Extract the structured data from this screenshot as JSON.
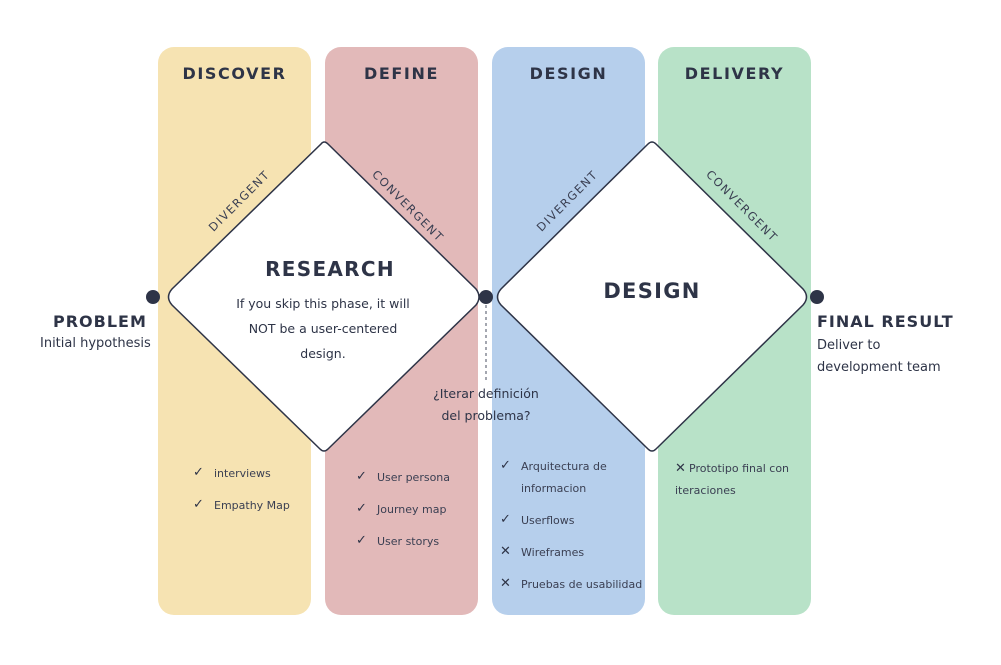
{
  "columns": [
    {
      "title": "DISCOVER",
      "color": "#f6e3b2"
    },
    {
      "title": "DEFINE",
      "color": "#e2b9b9"
    },
    {
      "title": "DESIGN",
      "color": "#b6cfec"
    },
    {
      "title": "DELIVERY",
      "color": "#b8e2c8"
    }
  ],
  "diamonds": [
    {
      "title": "RESEARCH",
      "description_lines": [
        "If you skip this phase, it will",
        "NOT be a user-centered",
        "design."
      ],
      "left_label": "DIVERGENT",
      "right_label": "CONVERGENT"
    },
    {
      "title": "DESIGN",
      "description_lines": [],
      "left_label": "DIVERGENT",
      "right_label": "CONVERGENT"
    }
  ],
  "start": {
    "title": "PROBLEM",
    "subtitle": "Initial hypothesis"
  },
  "end": {
    "title": "FINAL RESULT",
    "subtitle_lines": [
      "Deliver to",
      "development team"
    ]
  },
  "iteration_note": {
    "lines": [
      "¿Iterar definición",
      "del problema?"
    ]
  },
  "lists": [
    {
      "items": [
        {
          "text": "interviews",
          "mark": "check"
        },
        {
          "text": "Empathy Map",
          "mark": "check"
        }
      ]
    },
    {
      "items": [
        {
          "text": "User persona",
          "mark": "check"
        },
        {
          "text": "Journey map",
          "mark": "check"
        },
        {
          "text": "User storys",
          "mark": "check"
        }
      ]
    },
    {
      "items": [
        {
          "text": "Arquitectura de informacion",
          "mark": "check"
        },
        {
          "text": "Userflows",
          "mark": "check"
        },
        {
          "text": "Wireframes",
          "mark": "cross"
        },
        {
          "text": "Pruebas de usabilidad",
          "mark": "cross"
        }
      ]
    },
    {
      "items": [
        {
          "text": "Prototipo final con iteraciones",
          "mark": "cross"
        }
      ]
    }
  ],
  "icons": {
    "check": "✓",
    "cross": "✕"
  },
  "colors": {
    "ink": "#2e3447",
    "node": "#2e3447"
  }
}
